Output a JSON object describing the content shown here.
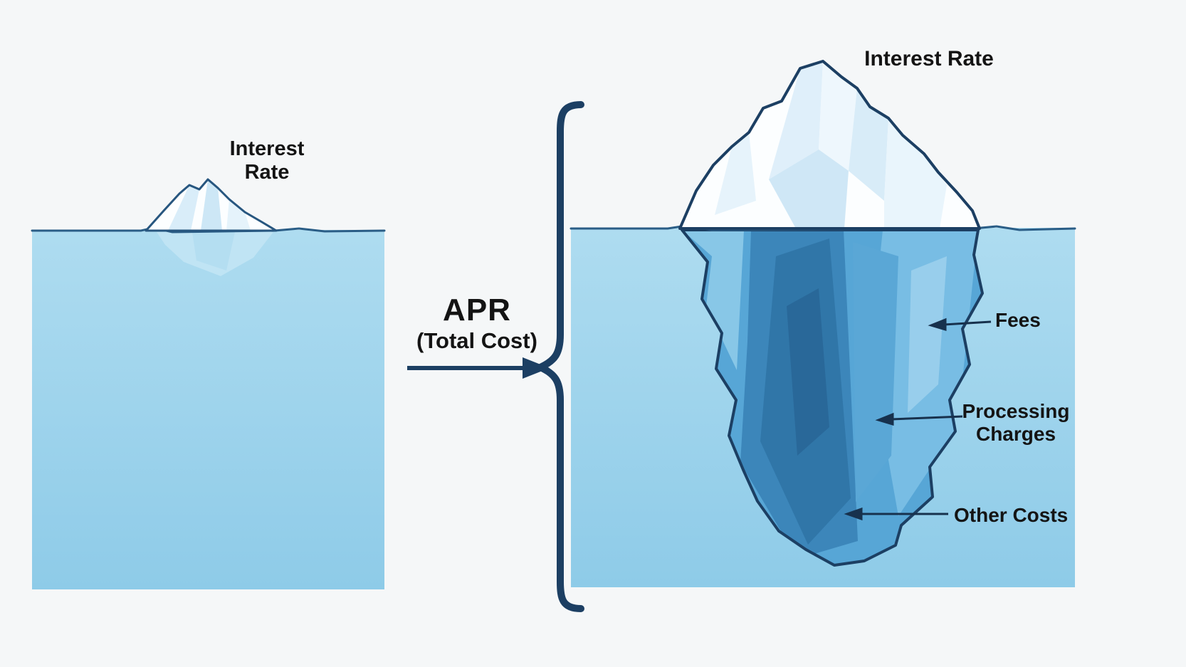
{
  "left_panel": {
    "iceberg_label_line1": "Interest",
    "iceberg_label_line2": "Rate"
  },
  "center": {
    "heading": "APR",
    "subheading": "(Total Cost)"
  },
  "right_panel": {
    "tip_label": "Interest Rate",
    "callouts": {
      "fees": "Fees",
      "processing_line1": "Processing",
      "processing_line2": "Charges",
      "other": "Other Costs"
    }
  },
  "colors": {
    "water": "#a9d9ee",
    "water_deep": "#8fcbe8",
    "outline_navy": "#1c3f63",
    "waterline": "#2a5d86",
    "iceberg_white": "#fcfeff",
    "iceberg_facet_light": "#ddeffa",
    "iceberg_underwater": "#57a6d6",
    "iceberg_underwater_dark": "#2f74a6",
    "label_text": "#141414"
  }
}
